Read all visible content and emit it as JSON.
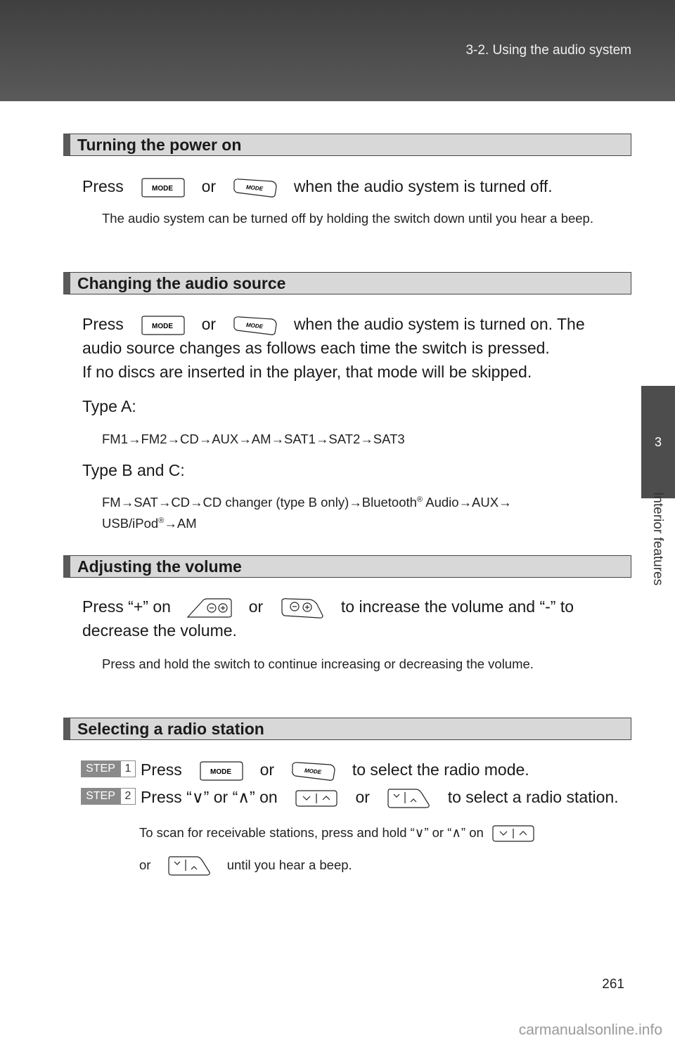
{
  "header": {
    "section_title": "3-2. Using the audio system"
  },
  "side_tab": {
    "chapter_number": "3",
    "chapter_label": "Interior features"
  },
  "page_number": "261",
  "watermark": "carmanualsonline.info",
  "buttons": {
    "mode_label": "MODE"
  },
  "connectors": {
    "or": "or",
    "on": "on"
  },
  "sections": {
    "power": {
      "heading": "Turning the power on",
      "press": "Press",
      "text_after": "when the audio system is turned off.",
      "note": "The audio system can be turned off by holding the switch down until you hear a beep."
    },
    "source": {
      "heading": "Changing the audio source",
      "press": "Press",
      "text_after": "when the audio system is turned on. The",
      "line2": "audio source changes as follows each time the switch is pressed.",
      "line3": "If no discs are inserted in the player, that mode will be skipped.",
      "type_a_label": "Type A:",
      "type_a_seq": "FM1→FM2→CD→AUX→AM→SAT1→SAT2→SAT3",
      "type_bc_label": "Type B and C:",
      "seq_part1": "FM→SAT→CD→CD changer (type B only)→Bluetooth",
      "reg_mark": "®",
      "seq_part2": " Audio→AUX→",
      "seq_part3": "USB/iPod",
      "seq_part4": "→AM"
    },
    "volume": {
      "heading": "Adjusting the volume",
      "text_before": "Press “+” on",
      "text_after": "to increase the volume and “-” to",
      "line2": "decrease the volume.",
      "note": "Press and hold the switch to continue increasing or decreasing the volume."
    },
    "radio": {
      "heading": "Selecting a radio station",
      "step_word": "STEP",
      "step1_num": "1",
      "step1_before": "Press",
      "step1_after": "to select the radio mode.",
      "step2_num": "2",
      "step2_before": "Press “∨” or “∧” on",
      "step2_after": "to select a radio station.",
      "note_before": "To scan for receivable stations, press and hold “∨” or “∧” on",
      "note_or": "or",
      "note_after": "until you hear a beep."
    }
  }
}
